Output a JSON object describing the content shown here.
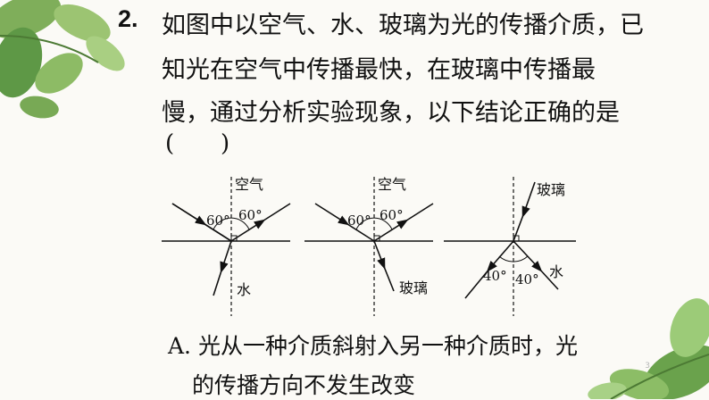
{
  "question": {
    "number": "2.",
    "lines": [
      "如图中以空气、水、玻璃为光的传播介质，已",
      "知光在空气中传播最快，在玻璃中传播最",
      "慢，通过分析实验现象，以下结论正确的是"
    ],
    "paren_open": "(",
    "paren_close": ")"
  },
  "diagrams": [
    {
      "top_label": "空气",
      "bottom_label": "水",
      "angle_left": "60°",
      "angle_right": "60°"
    },
    {
      "top_label": "空气",
      "bottom_label": "玻璃",
      "angle_left": "60°",
      "angle_right": "60°"
    },
    {
      "top_label": "玻璃",
      "bottom_label": "水",
      "angle_left": "40°",
      "angle_right": "40°"
    }
  ],
  "option_a": {
    "line1": "A. 光从一种介质斜射入另一种介质时，光",
    "line2": "的传播方向不发生改变"
  },
  "slide_number": "3"
}
